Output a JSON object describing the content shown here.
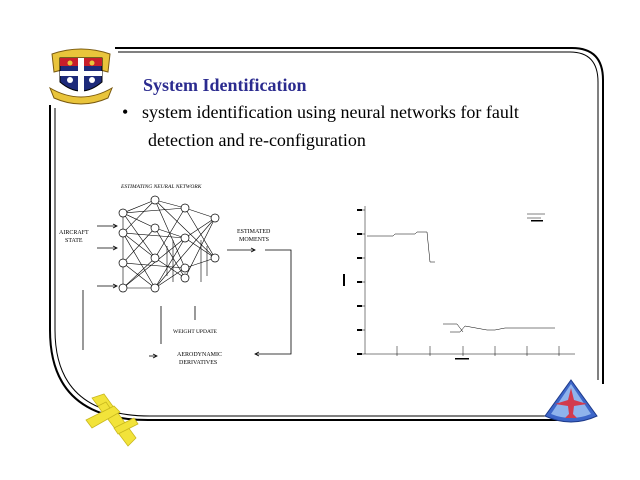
{
  "slide": {
    "title": "System Identification",
    "bullet_symbol": "•",
    "bullet_text": "system identification using neural networks for fault",
    "bullet_continuation": "detection and re-configuration"
  },
  "diagram": {
    "network_label": "ESTIMATING NEURAL NETWORK",
    "input_label_1": "AIRCRAFT",
    "input_label_2": "STATE",
    "output_label_1": "ESTIMATED",
    "output_label_2": "MOMENTS",
    "update_label": "WEIGHT UPDATE",
    "deriv_label_1": "AERODYNAMIC",
    "deriv_label_2": "DERIVATIVES"
  },
  "colors": {
    "title": "#2b2b8f",
    "frame": "#000000",
    "plane": "#f2e33a",
    "logo_blue": "#3d66c9",
    "logo_red": "#d23b4e"
  },
  "icons": {
    "crest": "university-crest-icon",
    "plane": "yellow-aircraft-icon",
    "logo": "blue-triangle-aircraft-logo-icon"
  }
}
